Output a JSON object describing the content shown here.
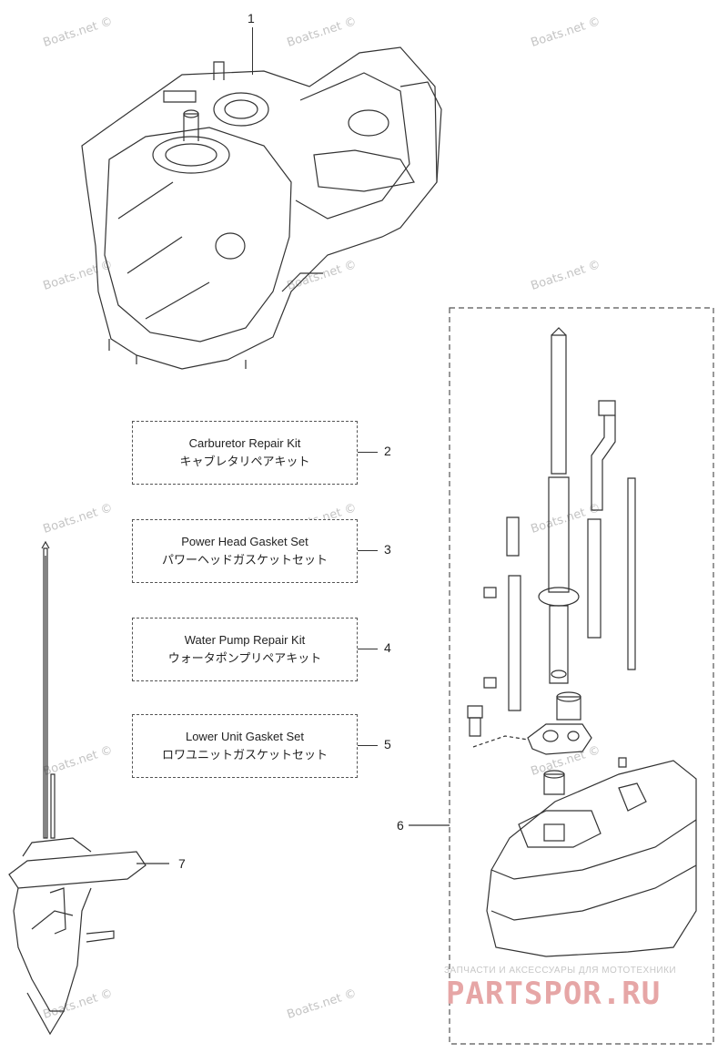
{
  "watermark": "Boats.net ©",
  "callouts": [
    "1",
    "2",
    "3",
    "4",
    "5",
    "6",
    "7"
  ],
  "kits": [
    {
      "en": "Carburetor Repair Kit",
      "jp": "キャブレタリペアキット"
    },
    {
      "en": "Power Head Gasket Set",
      "jp": "パワーヘッドガスケットセット"
    },
    {
      "en": "Water Pump Repair Kit",
      "jp": "ウォータポンプリペアキット"
    },
    {
      "en": "Lower Unit Gasket Set",
      "jp": "ロワユニットガスケットセット"
    }
  ],
  "brand": {
    "tagline": "ЗАПЧАСТИ И АКСЕССУАРЫ ДЛЯ МОТОТЕХНИКИ",
    "logo": "PARTSPOR.RU"
  }
}
